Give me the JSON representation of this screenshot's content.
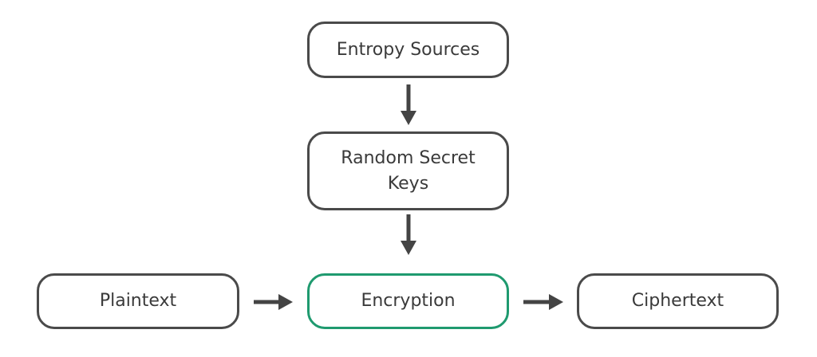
{
  "diagram": {
    "nodes": {
      "entropy_sources": "Entropy Sources",
      "random_secret_keys": "Random Secret Keys",
      "plaintext": "Plaintext",
      "encryption": "Encryption",
      "ciphertext": "Ciphertext"
    },
    "edges": [
      {
        "from": "Entropy Sources",
        "to": "Random Secret Keys"
      },
      {
        "from": "Random Secret Keys",
        "to": "Encryption"
      },
      {
        "from": "Plaintext",
        "to": "Encryption"
      },
      {
        "from": "Encryption",
        "to": "Ciphertext"
      }
    ],
    "colors": {
      "stroke": "#4a4a4a",
      "highlight": "#1f9a6f",
      "text": "#3a3a3a"
    }
  }
}
